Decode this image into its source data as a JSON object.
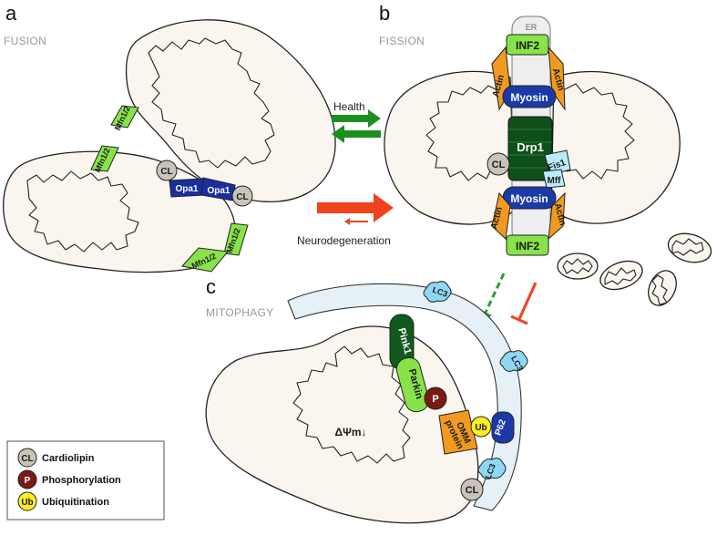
{
  "panels": {
    "a": {
      "letter": "a",
      "title": "FUSION"
    },
    "b": {
      "letter": "b",
      "title": "FISSION"
    },
    "c": {
      "letter": "c",
      "title": "MITOPHAGY"
    }
  },
  "transition": {
    "health_label": "Health",
    "disease_label": "Neurodegeneration"
  },
  "proteins": {
    "mfn": "Mfn1/2",
    "opa1": "Opa1",
    "cl": "CL",
    "er": "ER",
    "inf2": "INF2",
    "actin": "Actin",
    "myosin": "Myosin",
    "drp1": "Drp1",
    "fis1": "Fis1",
    "mff": "Mff",
    "lc3": "LC3",
    "pink1": "Pink1",
    "parkin": "Parkin",
    "p": "P",
    "ub": "Ub",
    "p62": "P62",
    "omm_protein_line1": "OMM",
    "omm_protein_line2": "protein",
    "delta_psi": "ΔΨm↓"
  },
  "legend": {
    "items": [
      {
        "symbol": "CL",
        "label": "Cardiolipin",
        "color": "#c9c3b9"
      },
      {
        "symbol": "P",
        "label": "Phosphorylation",
        "color": "#7a1a12"
      },
      {
        "symbol": "Ub",
        "label": "Ubiquitination",
        "color": "#ffee22"
      }
    ]
  },
  "colors": {
    "membrane": "#faf5ee",
    "mfn": "#88e34a",
    "opa1": "#1a2f9e",
    "actin": "#f29a20",
    "inf2": "#88e34a",
    "myosin": "#1a3aa8",
    "drp1": "#0f4f1a",
    "fis1": "#b9ecfb",
    "lc3": "#8fd8f5",
    "phagophore": "#e6f1f7",
    "health_arrow": "#1d8f1d",
    "disease_arrow": "#f0421c"
  }
}
